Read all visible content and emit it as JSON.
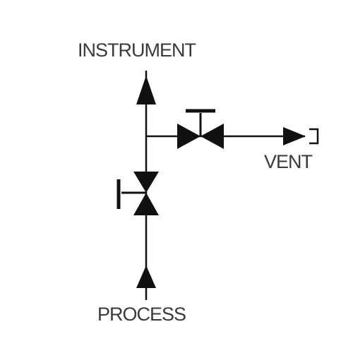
{
  "labels": {
    "instrument": "INSTRUMENT",
    "vent": "VENT",
    "process": "PROCESS"
  },
  "colors": {
    "line": "#111111",
    "text": "#3a3a3a",
    "background": "#ffffff"
  },
  "icons": {
    "instrument_arrow": "arrow-up-icon",
    "process_arrow": "arrow-up-icon",
    "vent_arrow": "arrow-right-icon",
    "vent_port": "vent-port-icon",
    "isolation_valve": "gate-valve-icon",
    "vent_valve": "gate-valve-icon"
  }
}
